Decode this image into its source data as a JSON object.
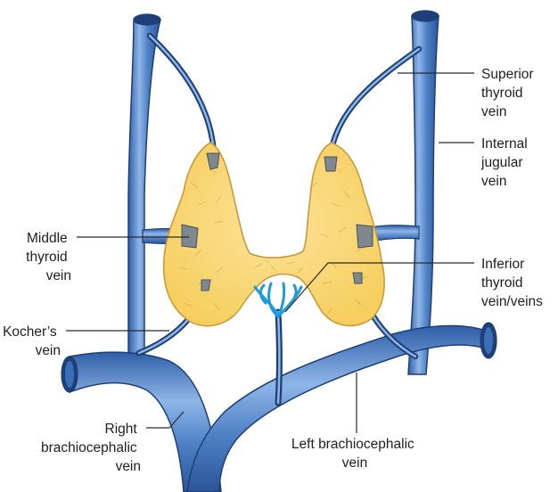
{
  "diagram": {
    "colors": {
      "vein_fill": "#4e83c8",
      "vein_highlight": "#a9c8ee",
      "vein_outline": "#1d3f75",
      "gland_fill": "#fbd973",
      "gland_outline": "#c99a3a",
      "pharynx_veins": "#1e9ad8",
      "junction_gray": "#7f8790"
    },
    "labels": {
      "superior_thyroid": [
        "Superior",
        "thyroid",
        "vein"
      ],
      "internal_jugular": [
        "Internal",
        "jugular",
        "vein"
      ],
      "middle_thyroid": [
        "Middle",
        "thyroid",
        "vein"
      ],
      "inferior_thyroid": [
        "Inferior",
        "thyroid",
        "vein/veins"
      ],
      "kochers_vein": [
        "Kocher’s",
        "vein"
      ],
      "right_brachiocephalic": [
        "Right",
        "brachiocephalic",
        "vein"
      ],
      "left_brachiocephalic": [
        "Left brachiocephalic",
        "vein"
      ]
    }
  }
}
